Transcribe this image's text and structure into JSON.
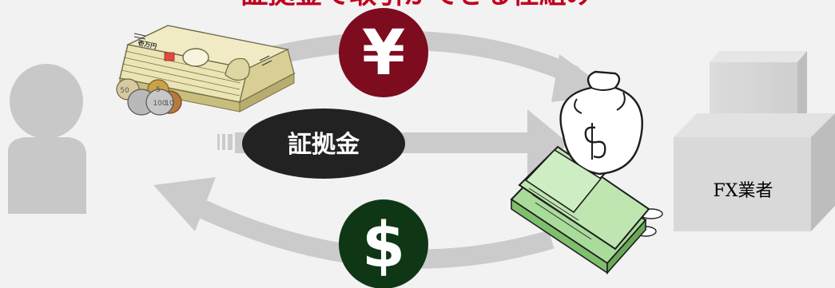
{
  "header": {
    "text": "証拠金で取引ができる仕組み"
  },
  "margin_label": "証拠金",
  "yen_symbol": "¥",
  "dollar_symbol": "$",
  "broker_label": "FX業者",
  "banknote": {
    "denomination": "壱万円"
  },
  "coins": [
    "50",
    "100",
    "10",
    "5"
  ],
  "colors": {
    "background": "#f2f2f2",
    "arrow_gray": "#cbcbcb",
    "person_gray": "#c8c8c8",
    "yen_circle": "#7d0c1e",
    "dollar_circle": "#0f3716",
    "pill": "#222222",
    "header_red": "#c0001e",
    "money_green": "#a9dc9a"
  },
  "icons": {
    "investor": "person-icon",
    "yen": "yen-icon",
    "dollar": "dollar-icon",
    "banknotes": "yen-banknotes-icon",
    "coins": "coins-icon",
    "moneybag": "money-bag-icon",
    "broker": "building-box-icon"
  }
}
